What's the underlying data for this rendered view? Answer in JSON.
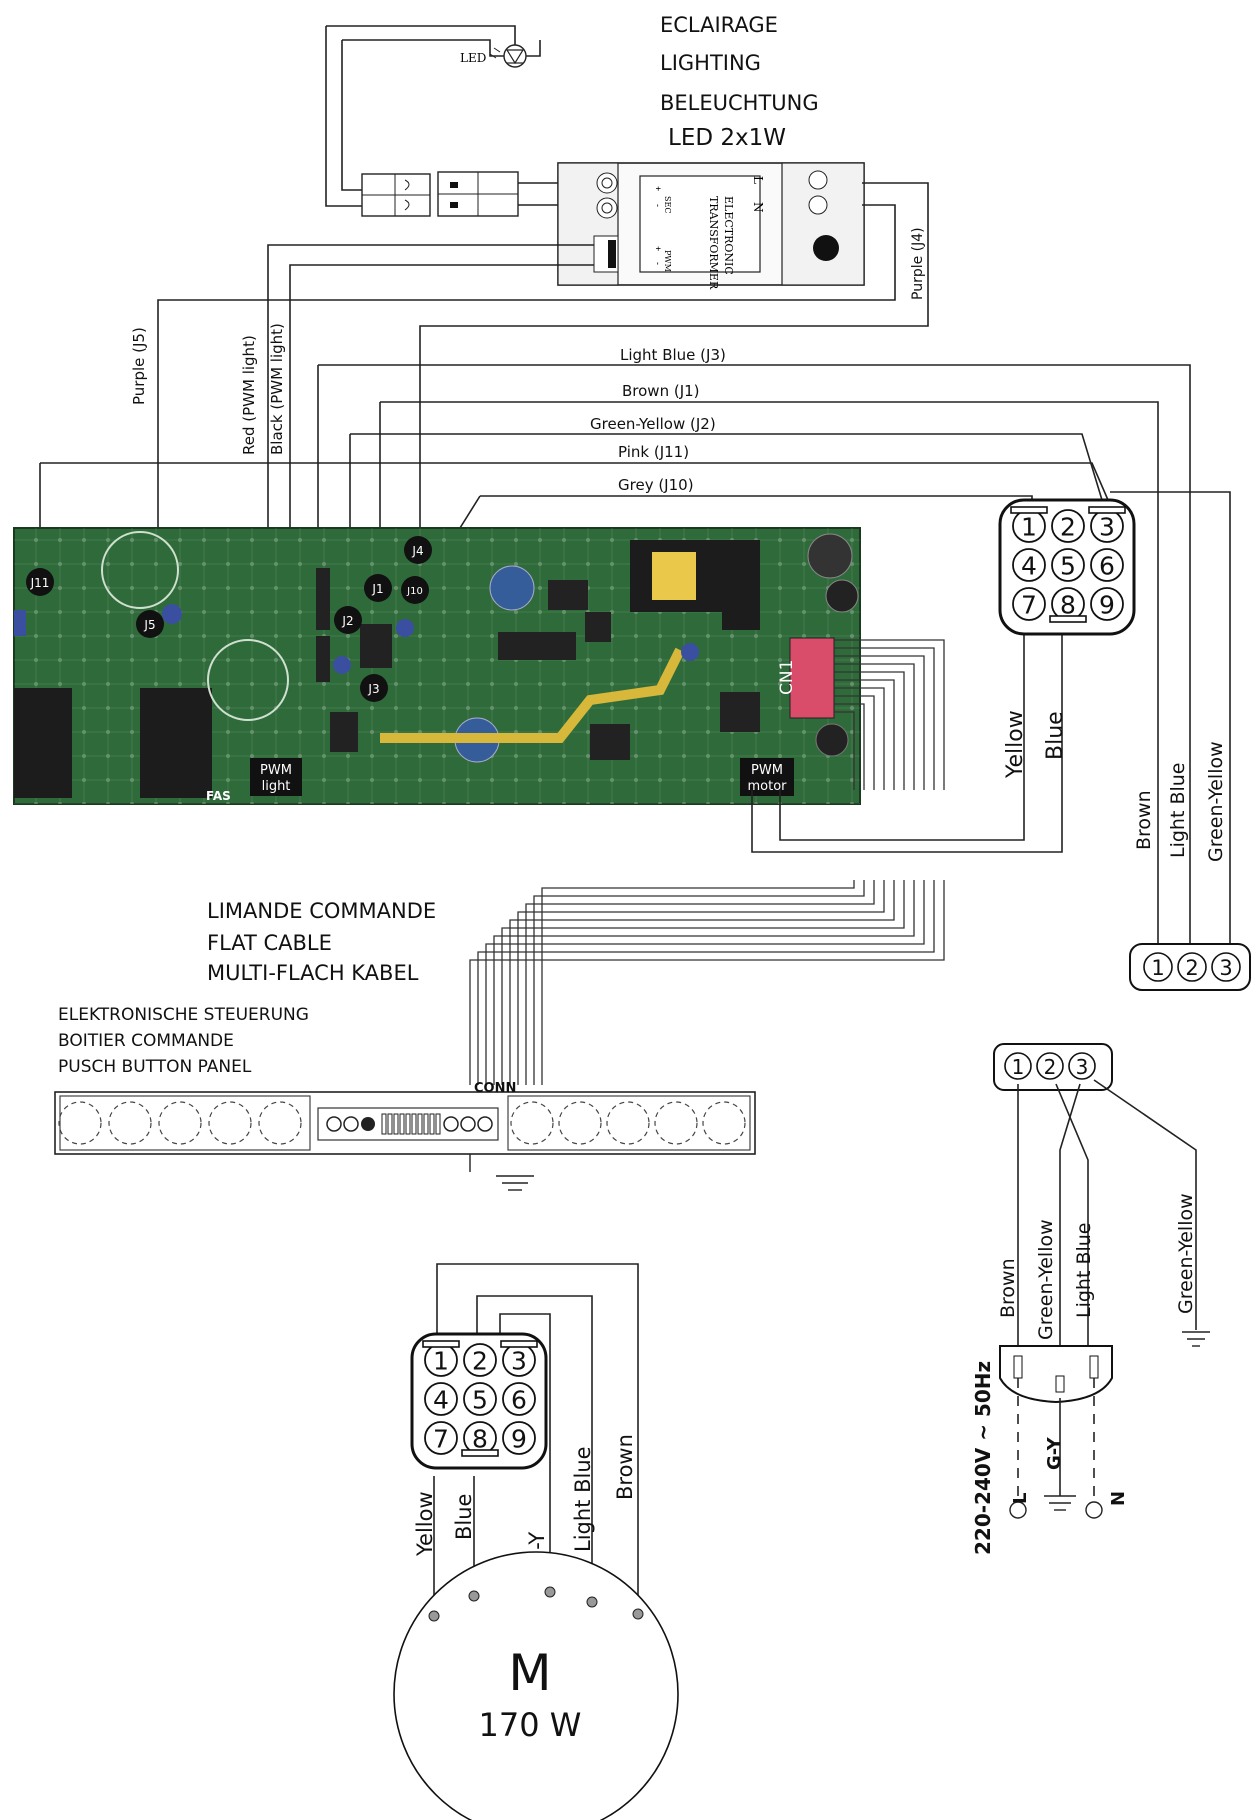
{
  "lighting": {
    "fr": "ECLAIRAGE",
    "en": "LIGHTING",
    "de": "BELEUCHTUNG",
    "spec": "LED  2x1W",
    "led_label": "LED"
  },
  "transformer": {
    "title1": "ELECTRONIC",
    "title2": "TRANSFORMER",
    "l": "L",
    "n": "N",
    "sec": "SEC",
    "pwm": "PWM",
    "plus": "+",
    "minus": "-"
  },
  "wires": {
    "purple_j4": "Purple (J4)",
    "purple_j5": "Purple (J5)",
    "red_pwm": "Red  (PWM light)",
    "black_pwm": "Black  (PWM light)",
    "light_blue_j3": "Light Blue (J3)",
    "brown_j1": "Brown (J1)",
    "green_yellow_j2": "Green-Yellow (J2)",
    "pink_j11": "Pink (J11)",
    "grey_j10": "Grey (J10)"
  },
  "pcb": {
    "j11": "J11",
    "j5": "J5",
    "j4": "J4",
    "j10": "J10",
    "j1": "J1",
    "j2": "J2",
    "j3": "J3",
    "cn1": "CN1",
    "pwm_light_1": "PWM",
    "pwm_light_2": "light",
    "pwm_motor_1": "PWM",
    "pwm_motor_2": "motor",
    "brand": "FAS"
  },
  "connector9_top": {
    "pins": [
      "1",
      "2",
      "3",
      "4",
      "5",
      "6",
      "7",
      "8",
      "9"
    ],
    "yellow": "Yellow",
    "blue": "Blue"
  },
  "right_side": {
    "brown": "Brown",
    "light_blue": "Light Blue",
    "green_yellow": "Green-Yellow",
    "pins": [
      "1",
      "2",
      "3"
    ]
  },
  "flat_cable": {
    "fr": "LIMANDE COMMANDE",
    "en": "FLAT CABLE",
    "de": "MULTI-FLACH KABEL"
  },
  "panel": {
    "de": "ELEKTRONISCHE STEUERUNG",
    "fr": "BOITIER COMMANDE",
    "en": "PUSCH BUTTON PANEL",
    "conn": "CONN"
  },
  "mains": {
    "pins": [
      "1",
      "2",
      "3"
    ],
    "brown": "Brown",
    "green_yellow": "Green-Yellow",
    "light_blue": "Light Blue",
    "green_yellow_earth": "Green-Yellow",
    "voltage": "220-240V ~ 50Hz",
    "l": "L",
    "gy": "G-Y",
    "n": "N"
  },
  "motor": {
    "pins": [
      "1",
      "2",
      "3",
      "4",
      "5",
      "6",
      "7",
      "8",
      "9"
    ],
    "yellow": "Yellow",
    "blue": "Blue",
    "gy": "G-Y",
    "light_blue": "Light Blue",
    "brown": "Brown",
    "symbol": "M",
    "power": "170 W"
  }
}
